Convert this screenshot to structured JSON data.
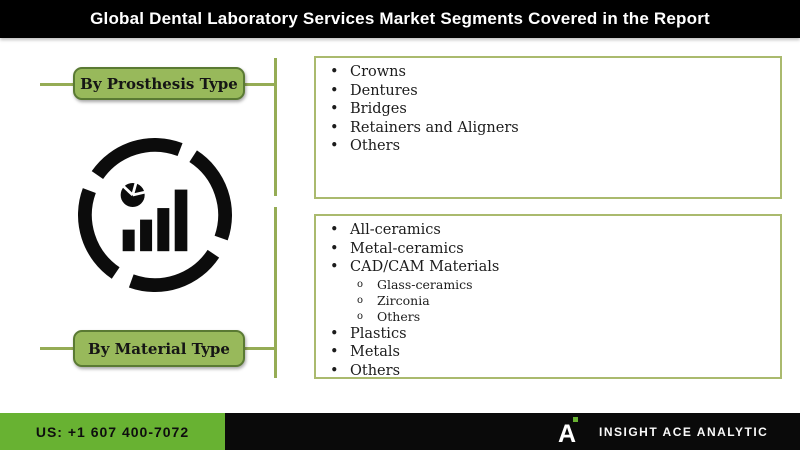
{
  "header": {
    "title": "Global Dental Laboratory Services Market Segments Covered in the Report"
  },
  "segments": [
    {
      "button_label": "By Prosthesis Type",
      "items": [
        "Crowns",
        "Dentures",
        "Bridges",
        "Retainers and Aligners",
        "Others"
      ]
    },
    {
      "button_label": "By Material Type",
      "items_top": [
        "All-ceramics",
        "Metal-ceramics",
        "CAD/CAM Materials"
      ],
      "sub_items": [
        "Glass-ceramics",
        "Zirconia",
        "Others"
      ],
      "items_bottom": [
        "Plastics",
        "Metals",
        "Others"
      ]
    }
  ],
  "icons": {
    "center_icon": "analytics-ring-with-bar-and-pie-chart"
  },
  "footer": {
    "phone": "US: +1 607 400-7072",
    "brand": "INSIGHT ACE ANALYTIC",
    "logo_letter": "A"
  },
  "colors": {
    "band_black": "#000000",
    "pill_green": "#98b95b",
    "pill_border_green": "#5a7a33",
    "connector_green": "#95ac55",
    "box_border_olive": "#aaba6e",
    "footer_green": "#68b232",
    "icon_black": "#0c0c0c"
  }
}
